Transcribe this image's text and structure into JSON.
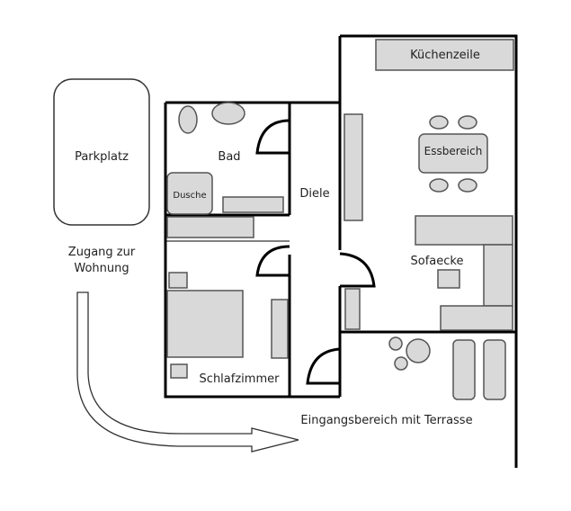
{
  "labels": {
    "parking": "Parkplatz",
    "access_line1": "Zugang zur",
    "access_line2": "Wohnung",
    "bathroom": "Bad",
    "shower": "Dusche",
    "hallway": "Diele",
    "bedroom": "Schlafzimmer",
    "kitchenette": "Küchenzeile",
    "dining": "Essbereich",
    "sofa_corner": "Sofaecke",
    "entrance": "Eingangsbereich mit Terrasse"
  },
  "colors": {
    "wall": "#000000",
    "furniture_fill": "#d9d9d9",
    "furniture_stroke": "#555555",
    "text": "#222222"
  }
}
